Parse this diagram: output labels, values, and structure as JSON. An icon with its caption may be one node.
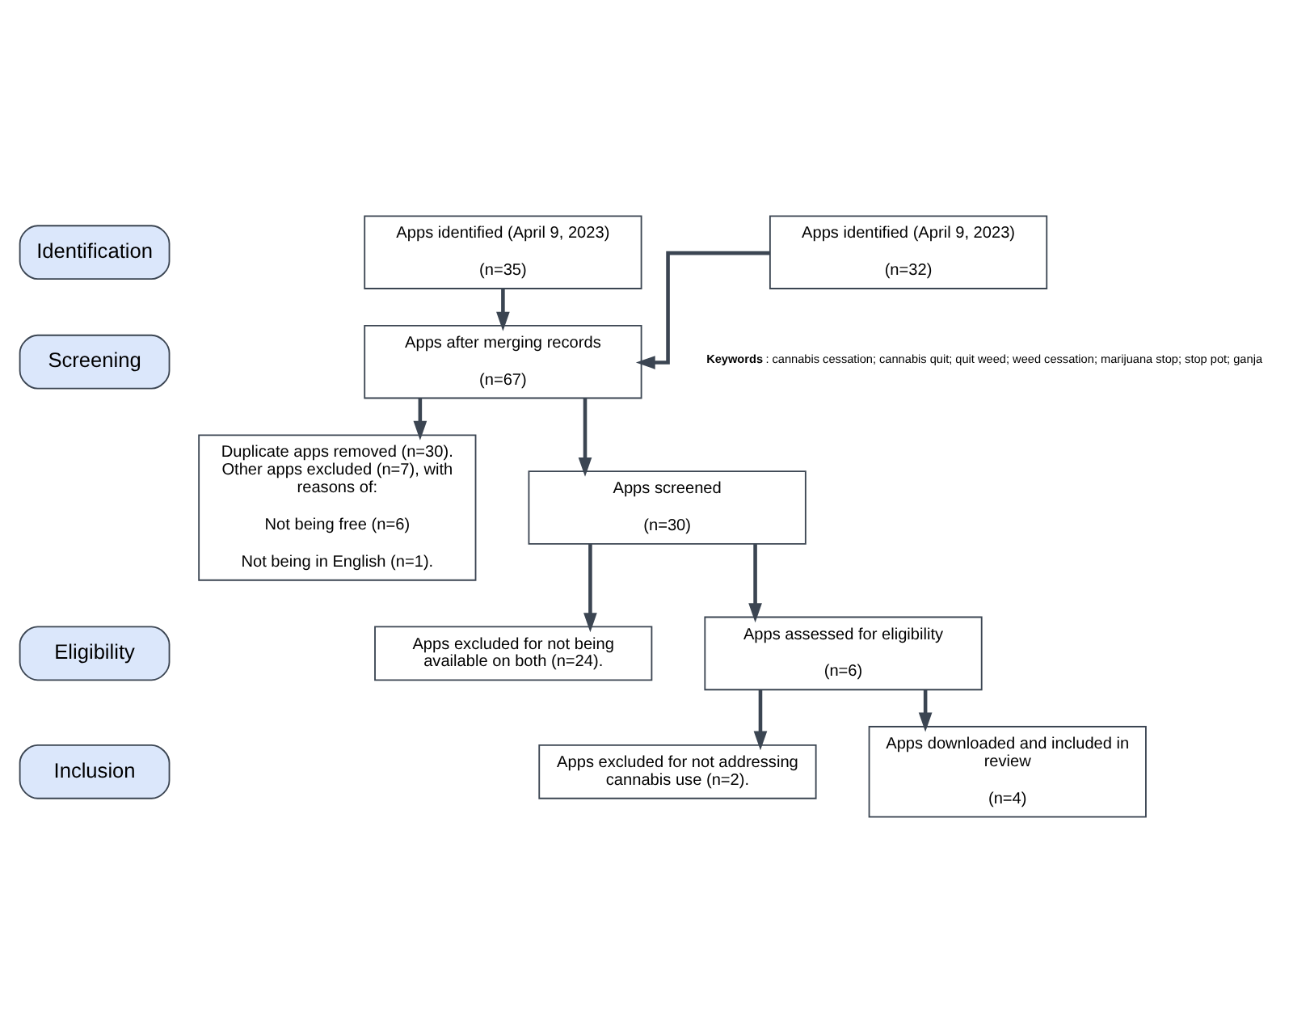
{
  "diagram": {
    "nodes": [
      {
        "text": [
          "Identification"
        ]
      },
      {
        "text": [
          "Apps identified (April 9, 2023)",
          "(n=32)"
        ]
      },
      {
        "text": [
          "Apps identified (April 9, 2023)",
          "(n=35)"
        ]
      },
      {
        "text": [
          "Screening"
        ]
      },
      {
        "text": [
          "Apps after merging records",
          "(n=67)"
        ]
      },
      {
        "text": [
          "Duplicate apps removed (n=30). Other apps excluded (n=7), with reasons of:",
          "Not being free (n=6)",
          "Not being in English (n=1)."
        ]
      },
      {
        "text": [
          "Apps screened",
          "(n=30)"
        ]
      },
      {
        "text": [
          "Apps excluded for not being available on both (n=24)."
        ]
      },
      {
        "text": [
          "Eligibility"
        ]
      },
      {
        "text": [
          "Apps assessed for eligibility",
          "(n=6)"
        ]
      },
      {
        "text": [
          "Apps excluded for not addressing cannabis use (n=2)."
        ]
      },
      {
        "text": [
          "Inclusion"
        ]
      },
      {
        "text": [
          "Apps downloaded and included in review",
          "(n=4)"
        ]
      }
    ],
    "edges": [
      {
        "from": 1,
        "to": 4,
        "arrow": "to"
      },
      {
        "from": 2,
        "to": 4,
        "arrow": "to"
      },
      {
        "from": 4,
        "to": 6,
        "arrow": "to"
      },
      {
        "from": 4,
        "to": 5,
        "arrow": "to"
      },
      {
        "from": 6,
        "to": 9,
        "arrow": "to"
      },
      {
        "from": 6,
        "to": 7,
        "arrow": "to"
      },
      {
        "from": 9,
        "to": 12,
        "arrow": "to"
      },
      {
        "from": 9,
        "to": 10,
        "arrow": "to"
      }
    ],
    "labels": [
      "**Keywords**: cannabis cessation; cannabis quit; quit weed; weed cessation; marijuana stop; stop pot; ganja"
    ]
  }
}
